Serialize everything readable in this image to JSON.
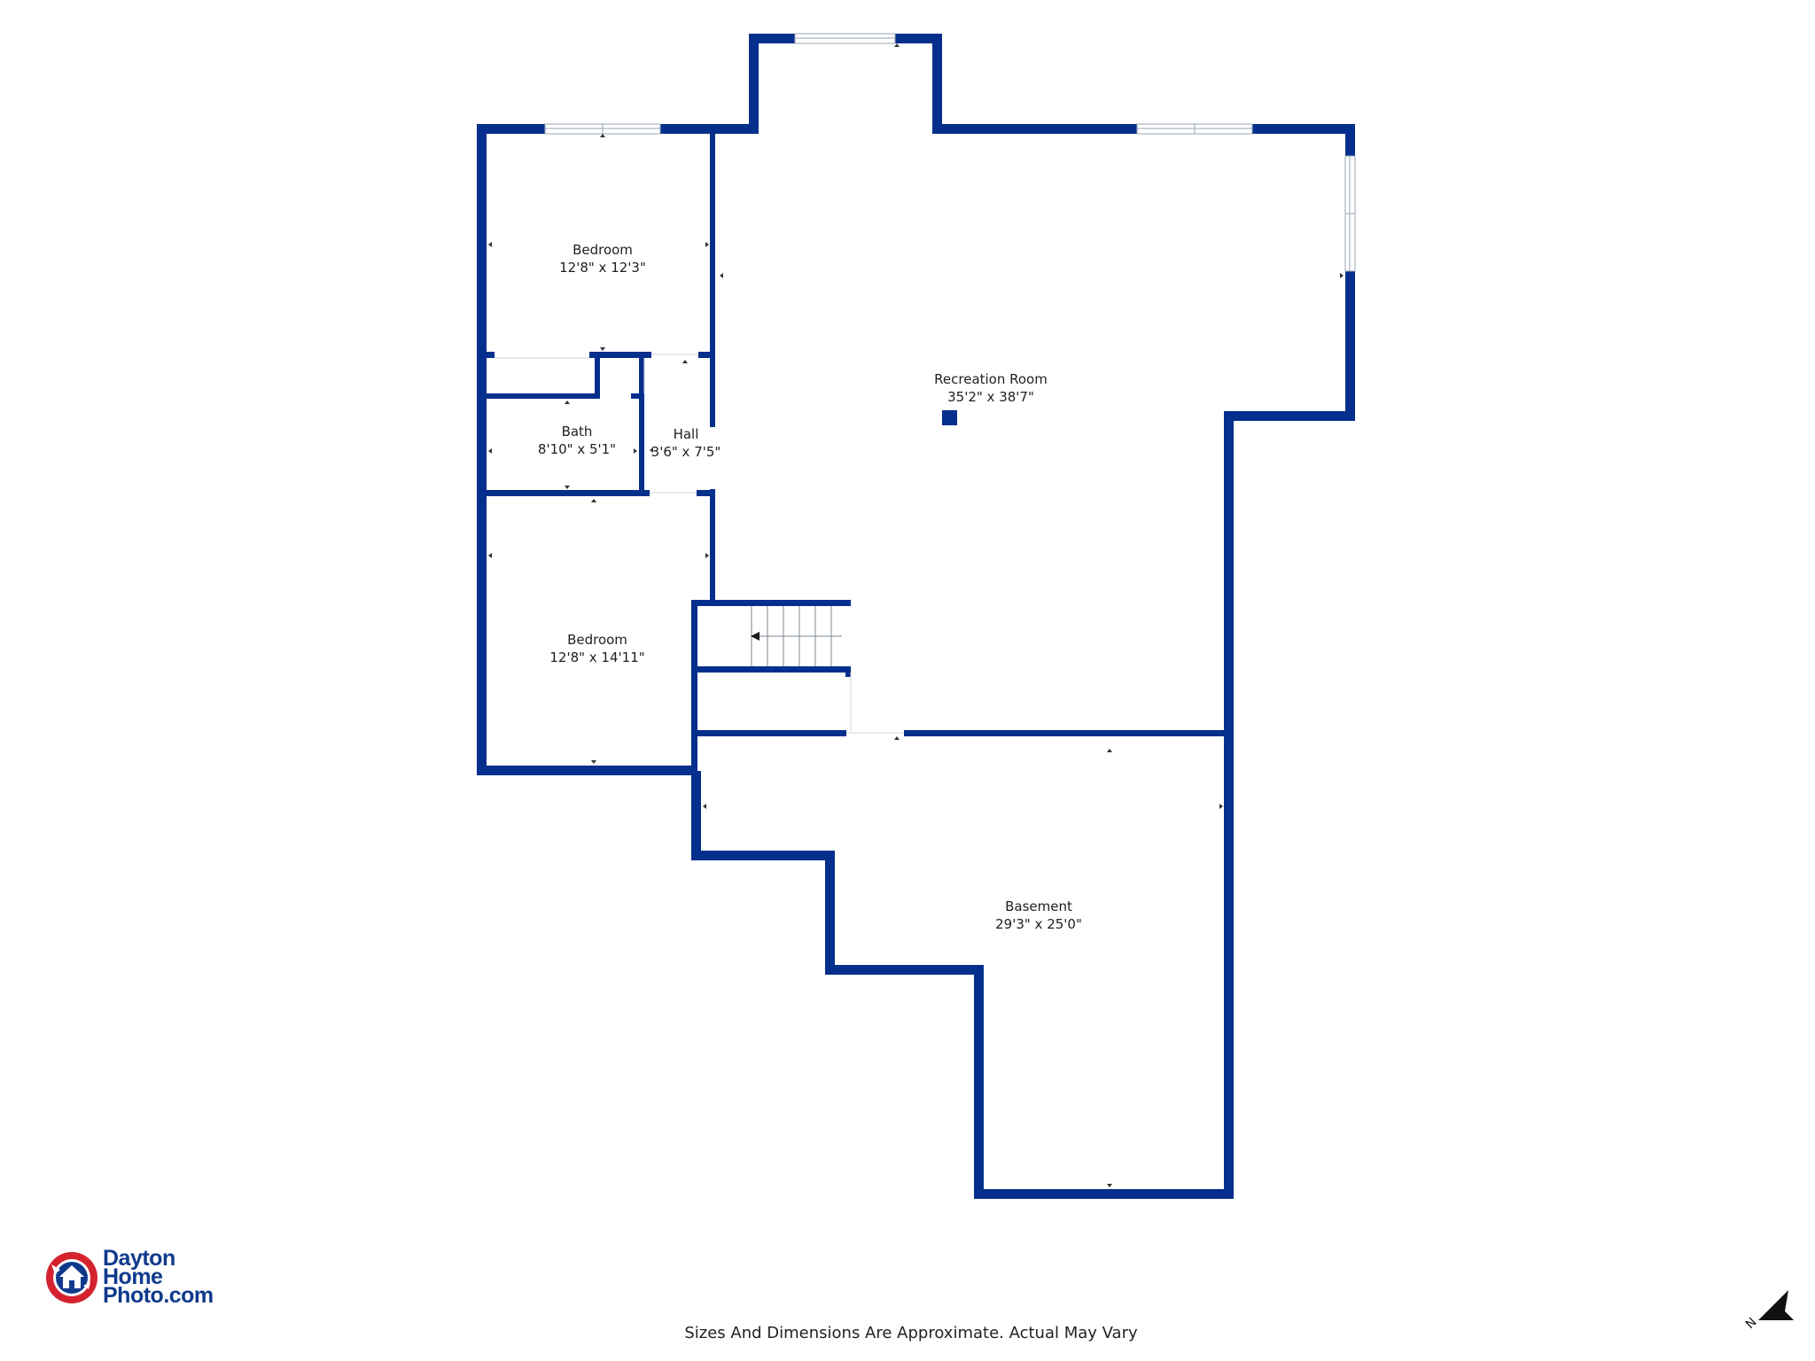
{
  "colors": {
    "wall": "#052f8c",
    "logo_red": "#d4232f",
    "logo_blue": "#0f3a8c"
  },
  "rooms": [
    {
      "name": "Bedroom",
      "dimensions": "12'8\" x 12'3\""
    },
    {
      "name": "Recreation Room",
      "dimensions": "35'2\" x 38'7\""
    },
    {
      "name": "Bath",
      "dimensions": "8'10\" x 5'1\""
    },
    {
      "name": "Hall",
      "dimensions": "3'6\" x 7'5\""
    },
    {
      "name": "Bedroom",
      "dimensions": "12'8\" x 14'11\""
    },
    {
      "name": "Basement",
      "dimensions": "29'3\" x 25'0\""
    }
  ],
  "logo": {
    "line1": "Dayton",
    "line2": "Home",
    "line3": "Photo.com"
  },
  "compass": {
    "label": "N",
    "icon": "north-arrow-icon"
  },
  "disclaimer": "Sizes And Dimensions Are Approximate. Actual May Vary"
}
